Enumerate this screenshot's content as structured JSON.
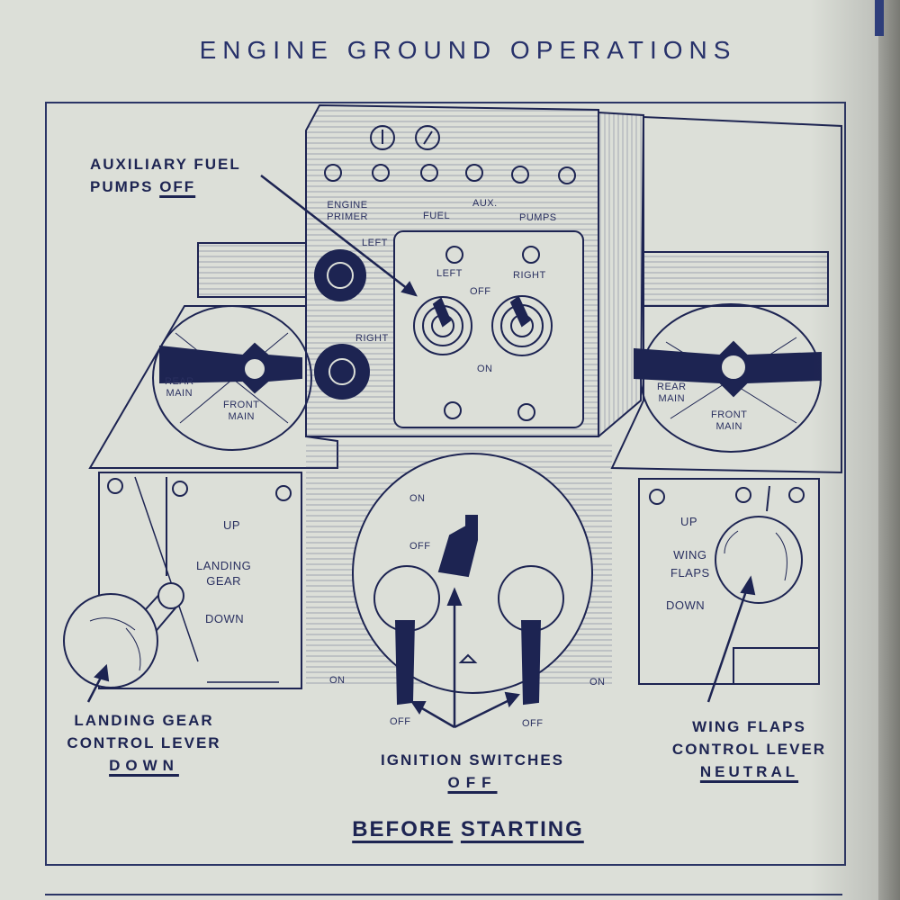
{
  "title": "ENGINE GROUND OPERATIONS",
  "callouts": {
    "aux_fuel_pumps": {
      "line1": "AUXILIARY FUEL",
      "line2_prefix": "PUMPS ",
      "line2_state": "OFF"
    },
    "landing_gear_lever": {
      "line1": "LANDING GEAR",
      "line2": "CONTROL LEVER",
      "state": "DOWN"
    },
    "ignition_switches": {
      "line1": "IGNITION SWITCHES",
      "state": "OFF"
    },
    "wing_flaps_lever": {
      "line1": "WING FLAPS",
      "line2": "CONTROL LEVER",
      "state": "NEUTRAL"
    }
  },
  "panel_labels": {
    "engine_primer": [
      "ENGINE",
      "PRIMER"
    ],
    "fuel": "FUEL",
    "aux": "AUX.",
    "pumps": "PUMPS",
    "left": "LEFT",
    "right": "RIGHT",
    "switch_left": "LEFT",
    "switch_right": "RIGHT",
    "off": "OFF",
    "on": "ON"
  },
  "fuel_selectors": {
    "left": {
      "rear": [
        "REAR",
        "MAIN"
      ],
      "front": [
        "FRONT",
        "MAIN"
      ]
    },
    "right": {
      "rear": [
        "REAR",
        "MAIN"
      ],
      "front": [
        "FRONT",
        "MAIN"
      ]
    }
  },
  "landing_gear_plate": {
    "up": "UP",
    "name": [
      "LANDING",
      "GEAR"
    ],
    "down": "DOWN"
  },
  "wing_flaps_plate": {
    "up": "UP",
    "name": [
      "WING",
      "FLAPS"
    ],
    "down": "DOWN"
  },
  "ignition_plate": {
    "on_top": "ON",
    "off_top": "OFF",
    "on_left": "ON",
    "on_right": "ON",
    "off_left": "OFF",
    "off_right": "OFF"
  },
  "footer": {
    "word1": "BEFORE",
    "word2": "STARTING"
  },
  "colors": {
    "ink": "#1d2452",
    "paper": "#dcdfd8"
  }
}
